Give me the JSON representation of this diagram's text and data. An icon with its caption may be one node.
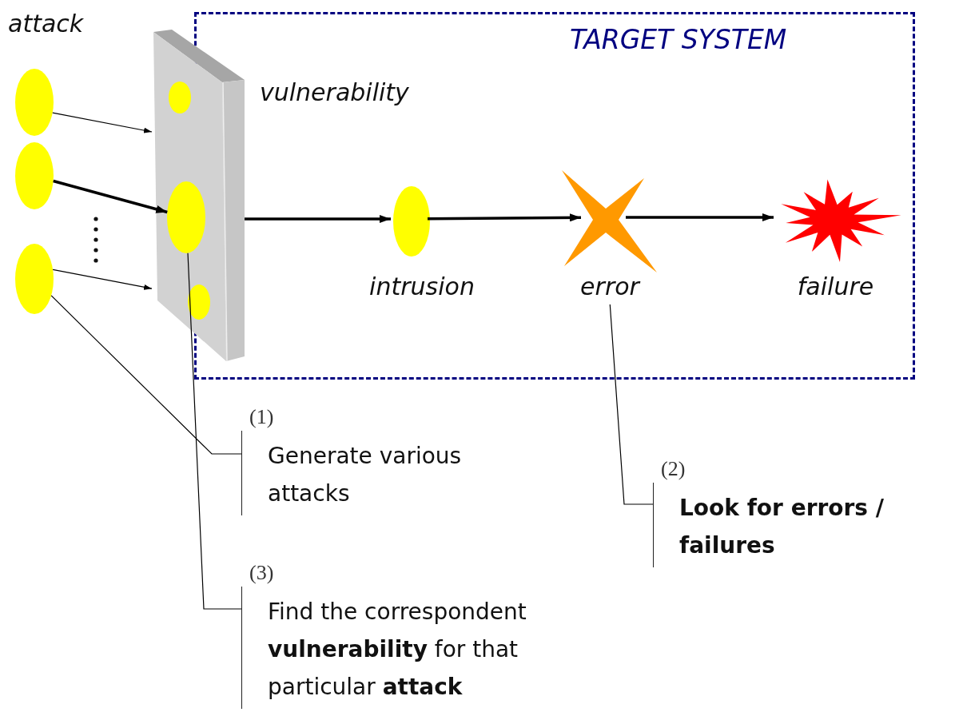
{
  "diagram": {
    "nodes": [
      {
        "text": [
          "TARGET SYSTEM"
        ]
      },
      {
        "text": [],
        "shape": "ellipse"
      },
      {
        "text": [],
        "shape": "ellipse"
      },
      {
        "text": [],
        "shape": "ellipse"
      },
      {
        "text": [],
        "shape": "box",
        "beside": [
          "vulnerability"
        ]
      },
      {
        "text": [],
        "shape": "ellipse",
        "in": 4
      },
      {
        "text": [],
        "shape": "ellipse",
        "in": 4
      },
      {
        "text": [],
        "shape": "ellipse",
        "in": 4
      },
      {
        "text": [
          "intrusion"
        ],
        "in": 0
      },
      {
        "text": [
          "error"
        ],
        "in": 0
      },
      {
        "text": [
          "failure"
        ],
        "in": 0
      },
      {
        "text": [
          "(1)",
          "Generate various attacks"
        ]
      },
      {
        "text": [
          "(2)",
          "Look for errors / failures"
        ]
      },
      {
        "text": [
          "(3)",
          "Find the correspondent **vulnerability** for that particular **attack**"
        ]
      }
    ],
    "edges": [
      {
        "from": 1,
        "to": 4,
        "arrow": "to"
      },
      {
        "from": 2,
        "to": 6,
        "arrow": "to",
        "style": "thick"
      },
      {
        "from": 3,
        "to": 4,
        "arrow": "to"
      },
      {
        "from": 4,
        "to": 8,
        "arrow": "to",
        "style": "thick"
      },
      {
        "from": 8,
        "to": 9,
        "arrow": "to",
        "style": "thick"
      },
      {
        "from": 9,
        "to": 10,
        "arrow": "to",
        "style": "thick"
      },
      {
        "from": 11,
        "to": 3,
        "arrow": "none"
      },
      {
        "from": 12,
        "to": 9,
        "arrow": "none"
      },
      {
        "from": 13,
        "to": 6,
        "arrow": "none"
      }
    ],
    "labels": [
      "attack"
    ]
  }
}
